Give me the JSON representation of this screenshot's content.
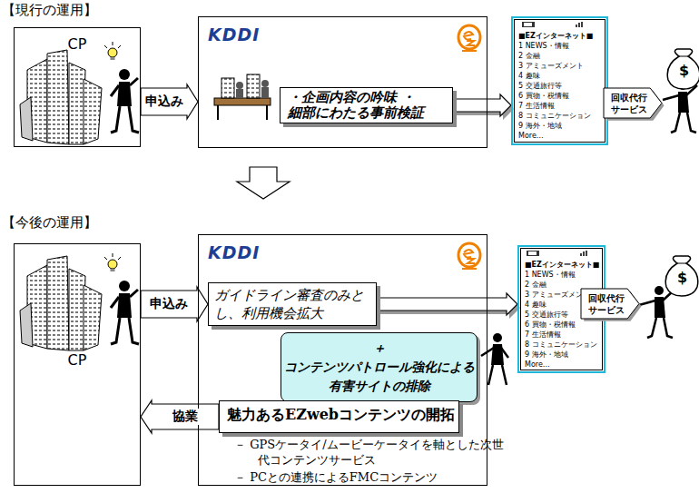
{
  "diagram": {
    "nodes": [
      {
        "text": [
          "CP"
        ]
      },
      {
        "text": [
          "KDDI"
        ]
      },
      {
        "text": [
          "・企画内容の吟味 ・細部にわたる事前検証"
        ],
        "in": 1
      },
      {
        "text": [
          "■EZインターネット■",
          "1 NEWS・情報",
          "2 金融",
          "3 アミューズメント",
          "4 趣味",
          "5 交通旅行等",
          "6 買物・税情報",
          "7 生活情報",
          "8 コミュニケーション",
          "9 海外・地域",
          "More…"
        ]
      },
      {
        "text": [
          "回収代行 サービス"
        ]
      },
      {
        "text": [
          "CP"
        ]
      },
      {
        "text": [
          "KDDI"
        ]
      },
      {
        "text": [
          "ガイドライン審査のみとし、利用機会拡大"
        ],
        "in": 6
      },
      {
        "text": [
          "＋ コンテンツパトロール強化による 有害サイトの排除"
        ],
        "in": 6
      },
      {
        "text": [
          "魅力あるEZwebコンテンツの開拓"
        ],
        "in": 6
      },
      {
        "text": [
          "■EZインターネット■",
          "1 NEWS・情報",
          "2 金融",
          "3 アミューズメント",
          "4 趣味",
          "5 交通旅行等",
          "6 買物・税情報",
          "7 生活情報",
          "8 コミュニケーション",
          "9 海外・地域",
          "More…"
        ]
      },
      {
        "text": [
          "回収代行 サービス"
        ]
      }
    ],
    "edges": [
      {
        "from": 0,
        "to": 1,
        "label": "申込み",
        "arrow": "to"
      },
      {
        "from": 2,
        "to": 3,
        "arrow": "to"
      },
      {
        "from": 5,
        "to": 7,
        "label": "申込み",
        "arrow": "to"
      },
      {
        "from": 7,
        "to": 10,
        "arrow": "to"
      },
      {
        "from": 9,
        "to": 5,
        "label": "協業",
        "arrow": "to"
      }
    ],
    "labels": [
      "【現行の運用】",
      "【今後の運用】",
      "－ GPSケータイ/ムービーケータイを軸とした次世代コンテンツサービス",
      "－ PCとの連携によるFMCコンテンツ",
      "$",
      "$"
    ]
  }
}
